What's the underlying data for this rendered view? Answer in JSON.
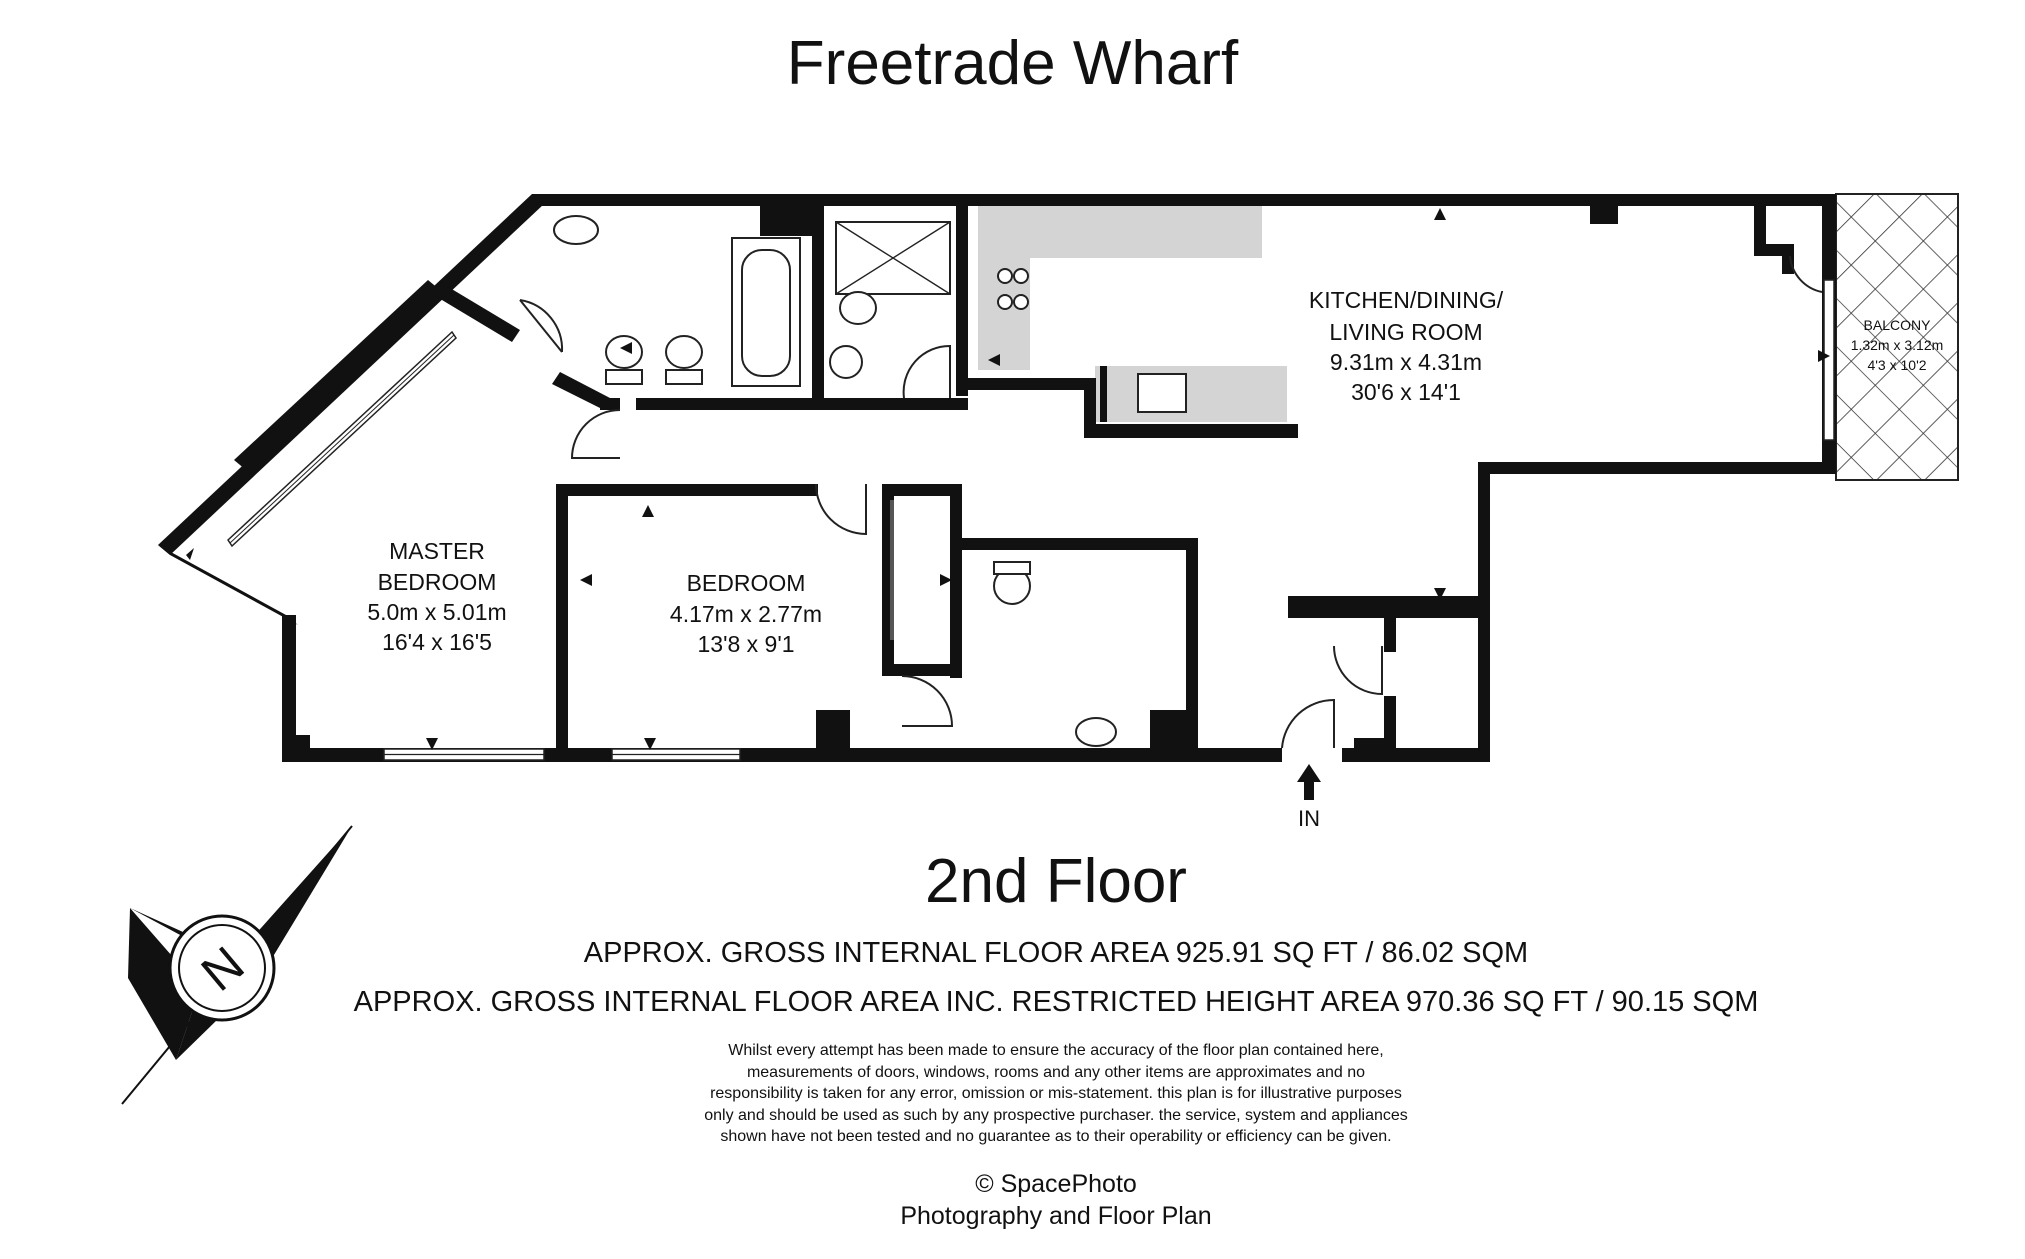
{
  "title": "Freetrade Wharf",
  "floor_label": "2nd Floor",
  "rooms": {
    "kitchen": {
      "line1": "KITCHEN/DINING/",
      "line2": "LIVING ROOM",
      "metric": "9.31m x 4.31m",
      "imperial": "30'6 x 14'1"
    },
    "master": {
      "line1": "MASTER",
      "line2": "BEDROOM",
      "metric": "5.0m x 5.01m",
      "imperial": "16'4 x 16'5"
    },
    "bedroom": {
      "line1": "BEDROOM",
      "metric": "4.17m x 2.77m",
      "imperial": "13'8 x 9'1"
    },
    "balcony": {
      "line1": "BALCONY",
      "metric": "1.32m x 3.12m",
      "imperial": "4'3 x 10'2"
    }
  },
  "entrance_label": "IN",
  "compass_label": "N",
  "area_line_1": "APPROX. GROSS INTERNAL FLOOR AREA 925.91 SQ FT / 86.02 SQM",
  "area_line_2": "APPROX. GROSS INTERNAL FLOOR AREA INC. RESTRICTED HEIGHT AREA 970.36 SQ FT / 90.15 SQM",
  "disclaimer": [
    "Whilst every attempt has been made to ensure the accuracy of the floor plan contained here,",
    "measurements of doors, windows, rooms and any other items are approximates and no",
    "responsibility is taken for any error, omission or mis-statement. this plan is for illustrative purposes",
    "only and should be used as such by any prospective purchaser. the service, system and appliances",
    "shown have not been tested and no guarantee as to their operability or efficiency can be given."
  ],
  "credit_line_1": "SpacePhoto",
  "credit_copyright": "©",
  "credit_line_2": "Photography and Floor Plan",
  "colors": {
    "wall": "#111111",
    "kitchen_counter": "#d4d4d4",
    "background": "#ffffff"
  }
}
